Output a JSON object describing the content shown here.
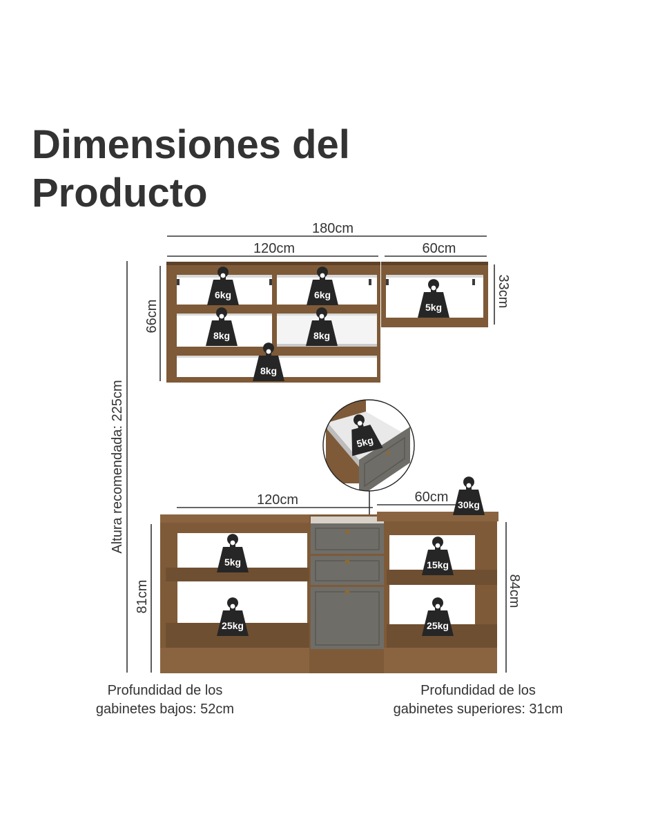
{
  "title": {
    "line1": "Dimensiones del",
    "line2": "Producto"
  },
  "dimensions": {
    "upper_total_width": "180cm",
    "upper_left_width": "120cm",
    "upper_right_width": "60cm",
    "upper_left_height": "66cm",
    "upper_right_height": "33cm",
    "recommended_height": "Altura recomendada: 225cm",
    "lower_left_width": "120cm",
    "lower_right_width": "60cm",
    "lower_left_height": "81cm",
    "lower_right_height": "84cm"
  },
  "weights": {
    "upper_top_left": "6kg",
    "upper_top_middle": "6kg",
    "upper_right": "5kg",
    "upper_mid_left": "8kg",
    "upper_mid_middle": "8kg",
    "upper_bottom": "8kg",
    "drawer_detail": "5kg",
    "countertop": "30kg",
    "lower_left_top": "5kg",
    "lower_left_bottom": "25kg",
    "lower_right_top": "15kg",
    "lower_right_bottom": "25kg"
  },
  "notes": {
    "lower_depth_line1": "Profundidad de los",
    "lower_depth_line2": "gabinetes bajos: 52cm",
    "upper_depth_line1": "Profundidad de los",
    "upper_depth_line2": "gabinetes superiores: 31cm"
  },
  "colors": {
    "wood": "#7e5a38",
    "wood_dark": "#5e4128",
    "front_gray": "#6f6d68",
    "weight_icon": "#262626",
    "text": "#333333"
  }
}
